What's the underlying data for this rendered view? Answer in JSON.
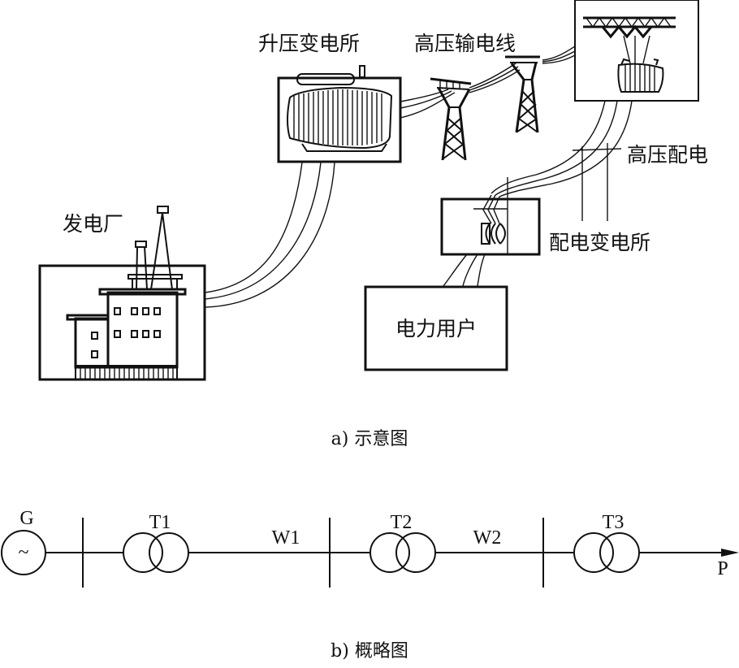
{
  "figure_a": {
    "caption": "a) 示意图",
    "labels": {
      "power_plant": "发电厂",
      "step_up_substation": "升压变电所",
      "hv_transmission_line": "高压输电线",
      "hv_distribution": "高压配电",
      "distribution_substation": "配电变电所",
      "power_consumer": "电力用户"
    }
  },
  "figure_b": {
    "caption": "b) 概略图",
    "generator": {
      "label": "G",
      "symbol": "~"
    },
    "transformers": [
      {
        "label": "T1"
      },
      {
        "label": "T2"
      },
      {
        "label": "T3"
      }
    ],
    "lines": [
      {
        "label": "W1"
      },
      {
        "label": "W2"
      }
    ],
    "output": {
      "label": "P"
    }
  }
}
